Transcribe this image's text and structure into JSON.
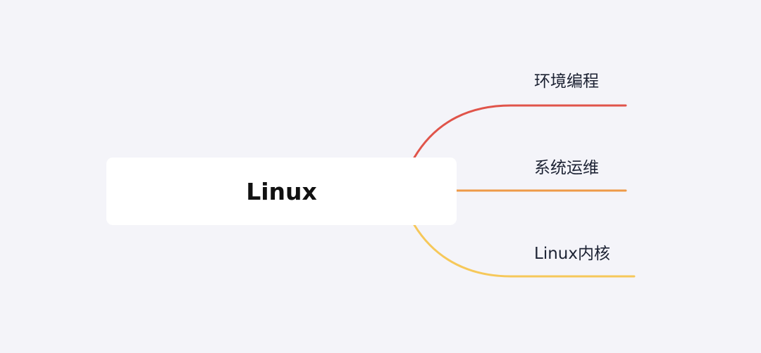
{
  "root": {
    "label": "Linux"
  },
  "branches": [
    {
      "label": "环境编程",
      "color": "#e0544a"
    },
    {
      "label": "系统运维",
      "color": "#ee9a48"
    },
    {
      "label": "Linux内核",
      "color": "#f6c85a"
    }
  ]
}
